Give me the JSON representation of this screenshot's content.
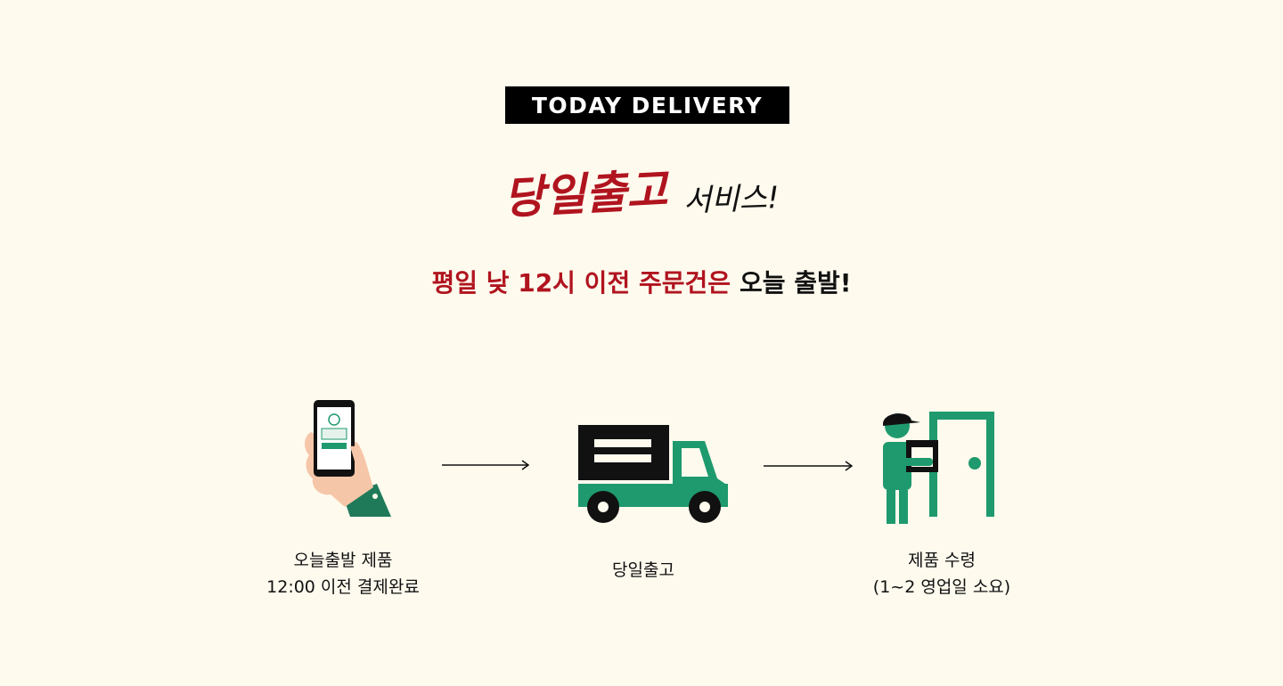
{
  "badge": "TODAY DELIVERY",
  "headline": {
    "red": "당일출고",
    "dark": "서비스!"
  },
  "subline": {
    "red": "평일 낮 12시 이전 주문건은",
    "dark": "오늘 출발!"
  },
  "steps": [
    {
      "icon": "phone-payment-icon",
      "line1": "오늘출발 제품",
      "line2": "12:00 이전 결제완료"
    },
    {
      "icon": "delivery-truck-icon",
      "line1": "당일출고"
    },
    {
      "icon": "courier-door-icon",
      "line1": "제품 수령",
      "line2": "(1~2 영업일 소요)"
    }
  ],
  "colors": {
    "accent": "#b0141f",
    "green": "#1e9a6e",
    "background": "#fefaee"
  }
}
